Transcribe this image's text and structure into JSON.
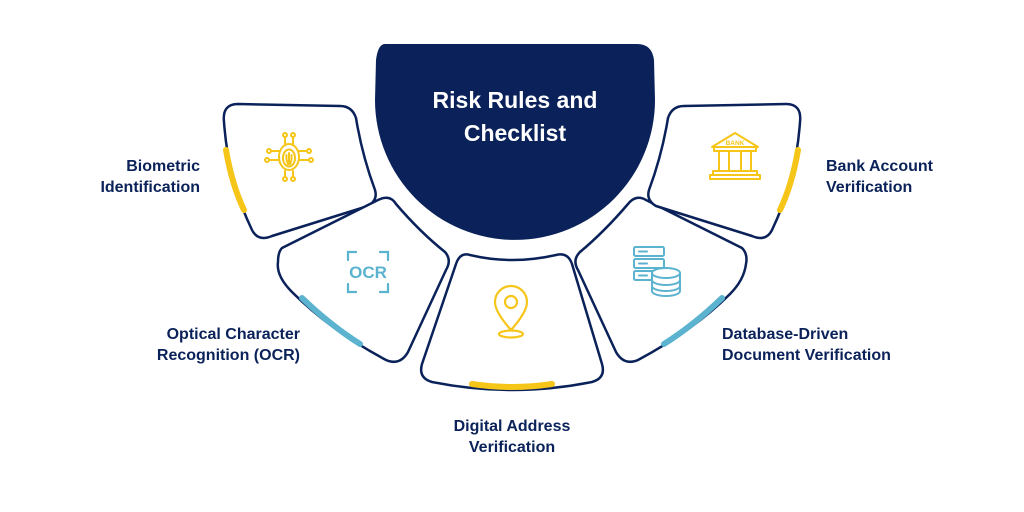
{
  "hub": {
    "title_line1": "Risk Rules and",
    "title_line2": "Checklist"
  },
  "items": [
    {
      "line1": "Biometric",
      "line2": "Identification",
      "icon": "fingerprint-chip-icon",
      "accent": "#f5c518"
    },
    {
      "line1": "Optical Character",
      "line2": "Recognition (OCR)",
      "icon": "ocr-scan-icon",
      "accent": "#5bb3d0"
    },
    {
      "line1": "Digital Address",
      "line2": "Verification",
      "icon": "location-pin-icon",
      "accent": "#f5c518"
    },
    {
      "line1": "Database-Driven",
      "line2": "Document Verification",
      "icon": "database-server-icon",
      "accent": "#5bb3d0"
    },
    {
      "line1": "Bank Account",
      "line2": "Verification",
      "icon": "bank-building-icon",
      "accent": "#f5c518",
      "icon_text": "BANK"
    }
  ],
  "colors": {
    "navy": "#0a2259",
    "yellow": "#f5c518",
    "blue": "#5bb3d0",
    "background": "#ffffff"
  }
}
